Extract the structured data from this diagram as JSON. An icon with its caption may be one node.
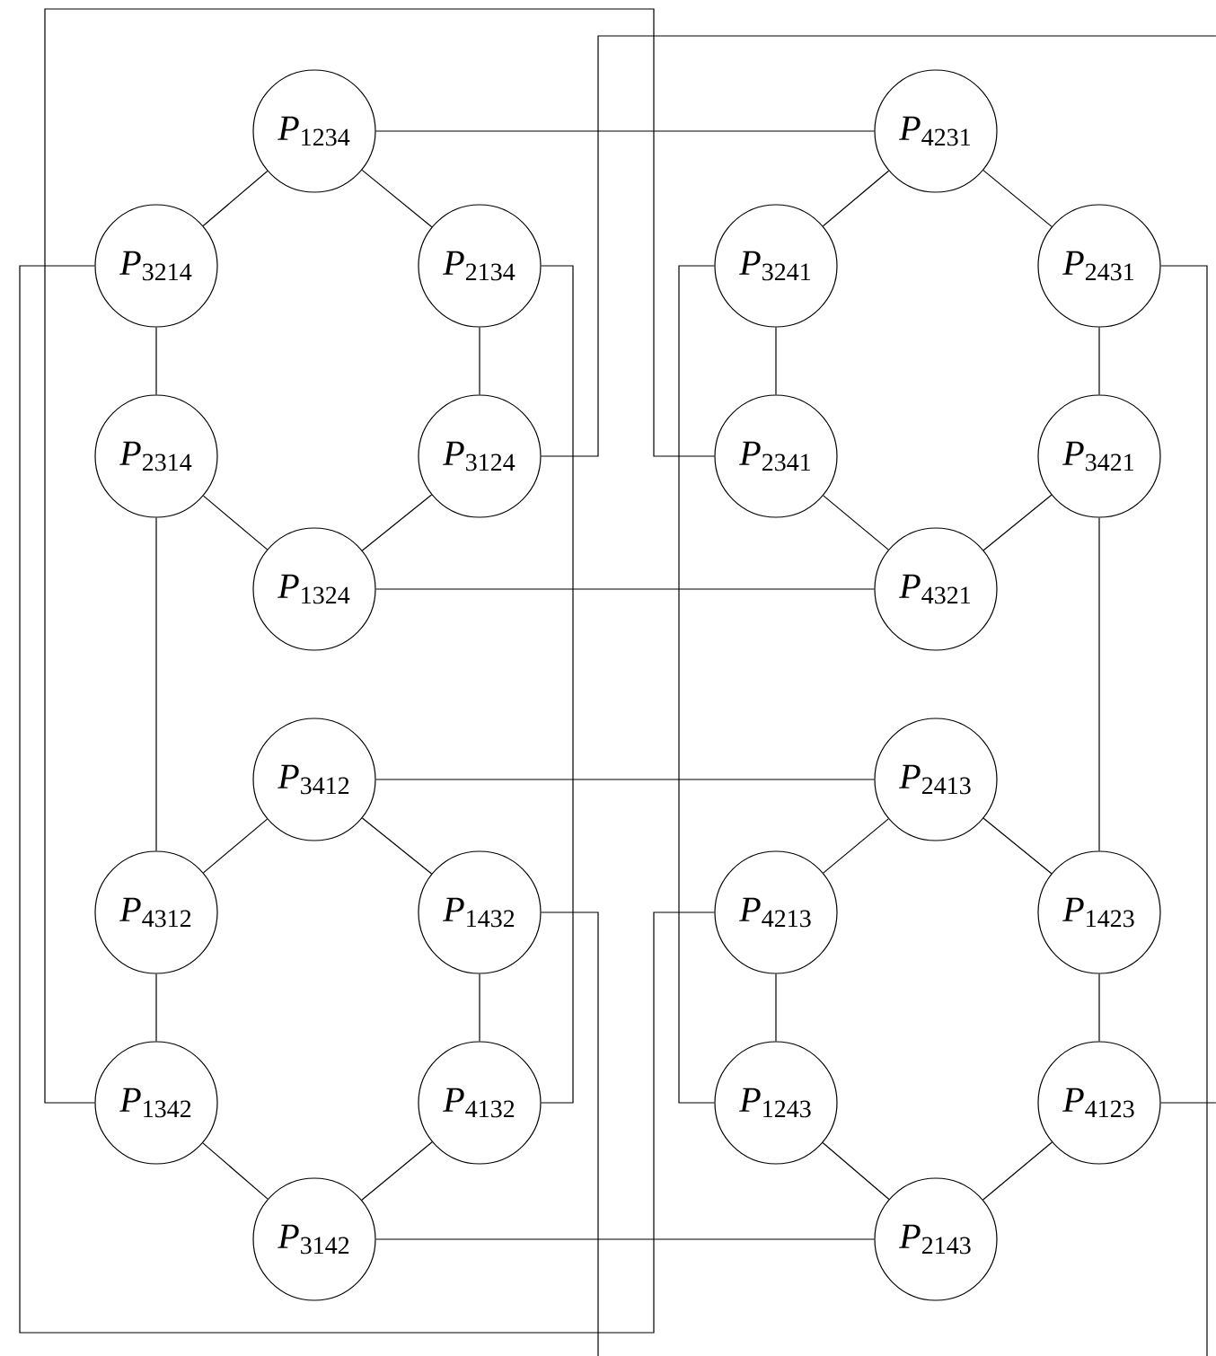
{
  "diagram": {
    "nodes": [
      {
        "text": [
          "*P*$_{1234}$"
        ]
      },
      {
        "text": [
          "*P*$_{4231}$"
        ]
      },
      {
        "text": [
          "*P*$_{3214}$"
        ]
      },
      {
        "text": [
          "*P*$_{2134}$"
        ]
      },
      {
        "text": [
          "*P*$_{3241}$"
        ]
      },
      {
        "text": [
          "*P*$_{2431}$"
        ]
      },
      {
        "text": [
          "*P*$_{2314}$"
        ]
      },
      {
        "text": [
          "*P*$_{3124}$"
        ]
      },
      {
        "text": [
          "*P*$_{2341}$"
        ]
      },
      {
        "text": [
          "*P*$_{3421}$"
        ]
      },
      {
        "text": [
          "*P*$_{1324}$"
        ]
      },
      {
        "text": [
          "*P*$_{4321}$"
        ]
      },
      {
        "text": [
          "*P*$_{3412}$"
        ]
      },
      {
        "text": [
          "*P*$_{2413}$"
        ]
      },
      {
        "text": [
          "*P*$_{4312}$"
        ]
      },
      {
        "text": [
          "*P*$_{1432}$"
        ]
      },
      {
        "text": [
          "*P*$_{4213}$"
        ]
      },
      {
        "text": [
          "*P*$_{1423}$"
        ]
      },
      {
        "text": [
          "*P*$_{1342}$"
        ]
      },
      {
        "text": [
          "*P*$_{4132}$"
        ]
      },
      {
        "text": [
          "*P*$_{1243}$"
        ]
      },
      {
        "text": [
          "*P*$_{4123}$"
        ]
      },
      {
        "text": [
          "*P*$_{3142}$"
        ]
      },
      {
        "text": [
          "*P*$_{2143}$"
        ]
      }
    ],
    "edges": [
      {
        "from": 0,
        "to": 2,
        "arrow": "none"
      },
      {
        "from": 0,
        "to": 3,
        "arrow": "none"
      },
      {
        "from": 2,
        "to": 6,
        "arrow": "none"
      },
      {
        "from": 3,
        "to": 7,
        "arrow": "none"
      },
      {
        "from": 6,
        "to": 10,
        "arrow": "none"
      },
      {
        "from": 7,
        "to": 10,
        "arrow": "none"
      },
      {
        "from": 1,
        "to": 4,
        "arrow": "none"
      },
      {
        "from": 1,
        "to": 5,
        "arrow": "none"
      },
      {
        "from": 4,
        "to": 8,
        "arrow": "none"
      },
      {
        "from": 5,
        "to": 9,
        "arrow": "none"
      },
      {
        "from": 8,
        "to": 11,
        "arrow": "none"
      },
      {
        "from": 9,
        "to": 11,
        "arrow": "none"
      },
      {
        "from": 12,
        "to": 14,
        "arrow": "none"
      },
      {
        "from": 12,
        "to": 15,
        "arrow": "none"
      },
      {
        "from": 14,
        "to": 18,
        "arrow": "none"
      },
      {
        "from": 15,
        "to": 19,
        "arrow": "none"
      },
      {
        "from": 18,
        "to": 22,
        "arrow": "none"
      },
      {
        "from": 19,
        "to": 22,
        "arrow": "none"
      },
      {
        "from": 13,
        "to": 16,
        "arrow": "none"
      },
      {
        "from": 13,
        "to": 17,
        "arrow": "none"
      },
      {
        "from": 16,
        "to": 20,
        "arrow": "none"
      },
      {
        "from": 17,
        "to": 21,
        "arrow": "none"
      },
      {
        "from": 20,
        "to": 23,
        "arrow": "none"
      },
      {
        "from": 21,
        "to": 23,
        "arrow": "none"
      },
      {
        "from": 0,
        "to": 1,
        "arrow": "none"
      },
      {
        "from": 10,
        "to": 11,
        "arrow": "none"
      },
      {
        "from": 12,
        "to": 13,
        "arrow": "none"
      },
      {
        "from": 22,
        "to": 23,
        "arrow": "none"
      },
      {
        "from": 6,
        "to": 14,
        "arrow": "none"
      },
      {
        "from": 9,
        "to": 17,
        "arrow": "none"
      },
      {
        "from": 2,
        "to": 16,
        "arrow": "none"
      },
      {
        "from": 3,
        "to": 19,
        "arrow": "none"
      },
      {
        "from": 7,
        "to": null,
        "arrow": "none"
      },
      {
        "from": null,
        "to": 21,
        "arrow": "none"
      },
      {
        "from": 15,
        "to": null,
        "arrow": "none"
      },
      {
        "from": null,
        "to": 5,
        "arrow": "none"
      },
      {
        "from": 18,
        "to": 8,
        "arrow": "none"
      },
      {
        "from": 4,
        "to": 20,
        "arrow": "none"
      }
    ]
  }
}
